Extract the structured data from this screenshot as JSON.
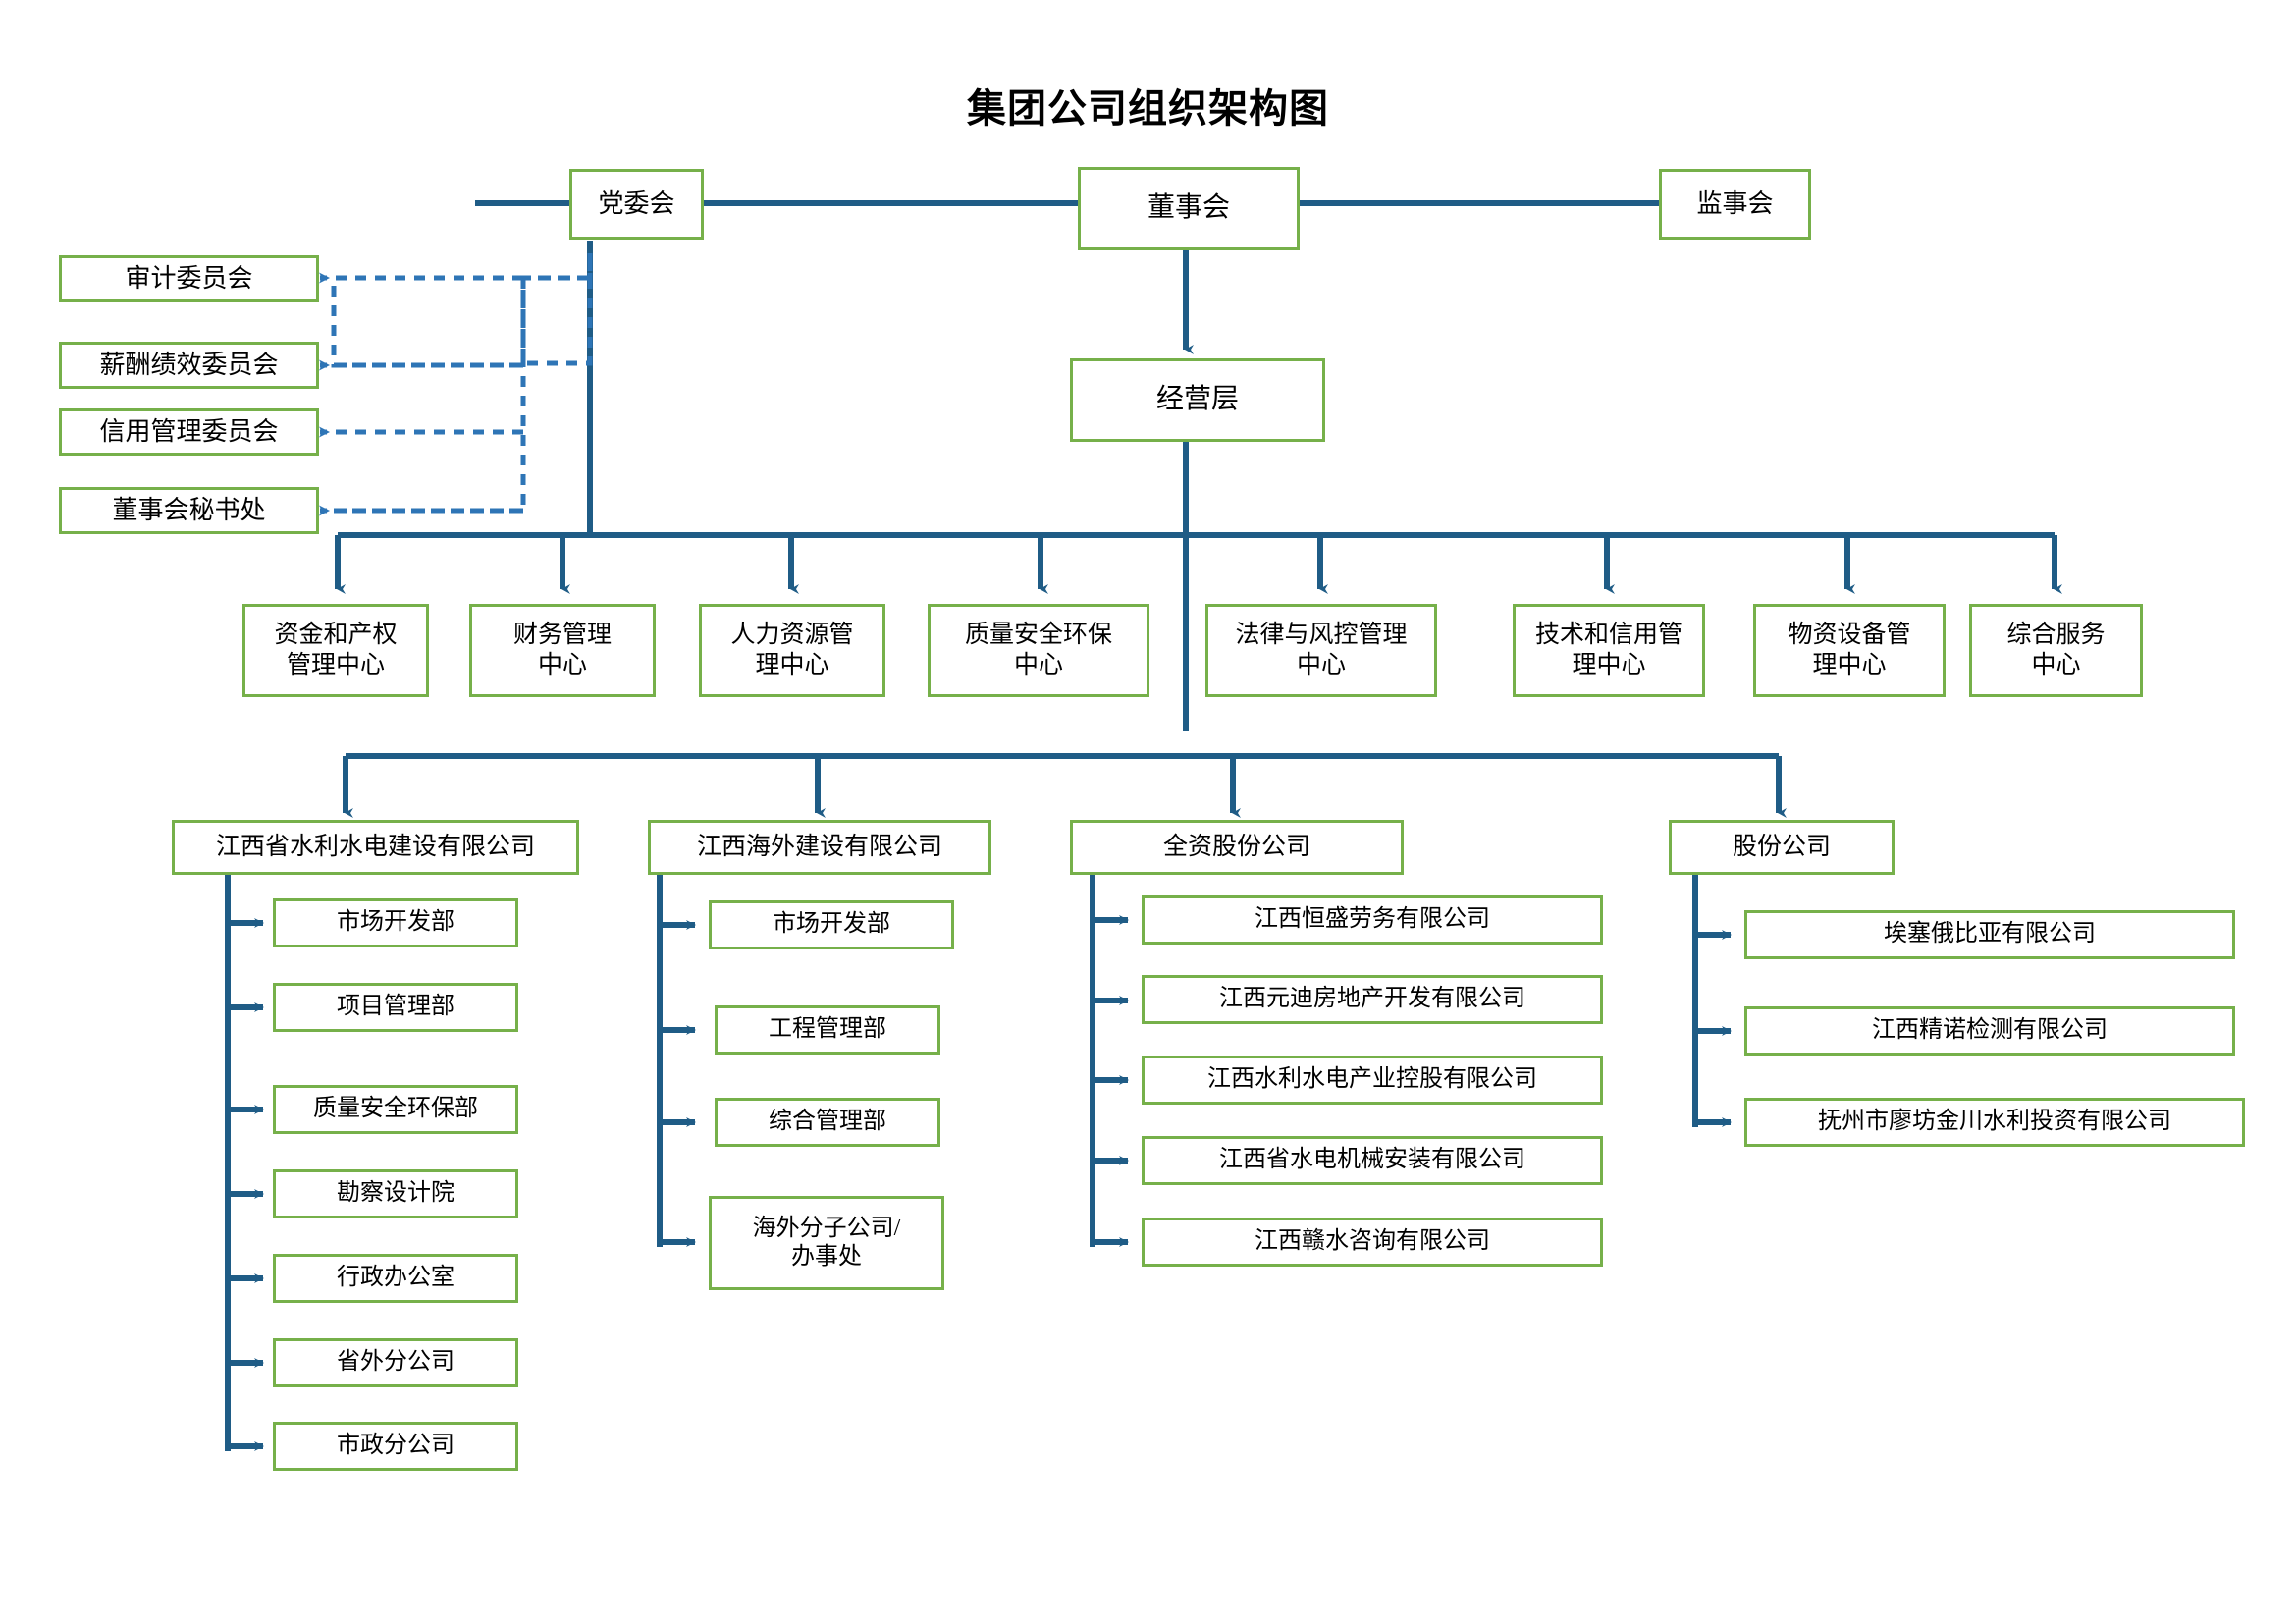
{
  "title": "集团公司组织架构图",
  "theme": {
    "box_border": "#76b04a",
    "connector": "#1f5c86",
    "dotted_connector": "#2e75b6",
    "background": "#ffffff",
    "text": "#000000"
  },
  "top_level": {
    "party_committee": "党委会",
    "board_of_directors": "董事会",
    "board_of_supervisors": "监事会",
    "management_layer": "经营层"
  },
  "committees": [
    {
      "label": "审计委员会"
    },
    {
      "label": "薪酬绩效委员会"
    },
    {
      "label": "信用管理委员会"
    },
    {
      "label": "董事会秘书处"
    }
  ],
  "centers": [
    {
      "label": "资金和产权\n管理中心"
    },
    {
      "label": "财务管理\n中心"
    },
    {
      "label": "人力资源管\n理中心"
    },
    {
      "label": "质量安全环保\n中心"
    },
    {
      "label": "法律与风控管理\n中心"
    },
    {
      "label": "技术和信用管\n理中心"
    },
    {
      "label": "物资设备管\n理中心"
    },
    {
      "label": "综合服务\n中心"
    }
  ],
  "subsidiaries": [
    {
      "name": "江西省水利水电建设有限公司",
      "children": [
        "市场开发部",
        "项目管理部",
        "质量安全环保部",
        "勘察设计院",
        "行政办公室",
        "省外分公司",
        "市政分公司"
      ]
    },
    {
      "name": "江西海外建设有限公司",
      "children": [
        "市场开发部",
        "工程管理部",
        "综合管理部",
        "海外分子公司/\n办事处"
      ]
    },
    {
      "name": "全资股份公司",
      "children": [
        "江西恒盛劳务有限公司",
        "江西元迪房地产开发有限公司",
        "江西水利水电产业控股有限公司",
        "江西省水电机械安装有限公司",
        "江西赣水咨询有限公司"
      ]
    },
    {
      "name": "股份公司",
      "children": [
        "埃塞俄比亚有限公司",
        "江西精诺检测有限公司",
        "抚州市廖坊金川水利投资有限公司"
      ]
    }
  ]
}
